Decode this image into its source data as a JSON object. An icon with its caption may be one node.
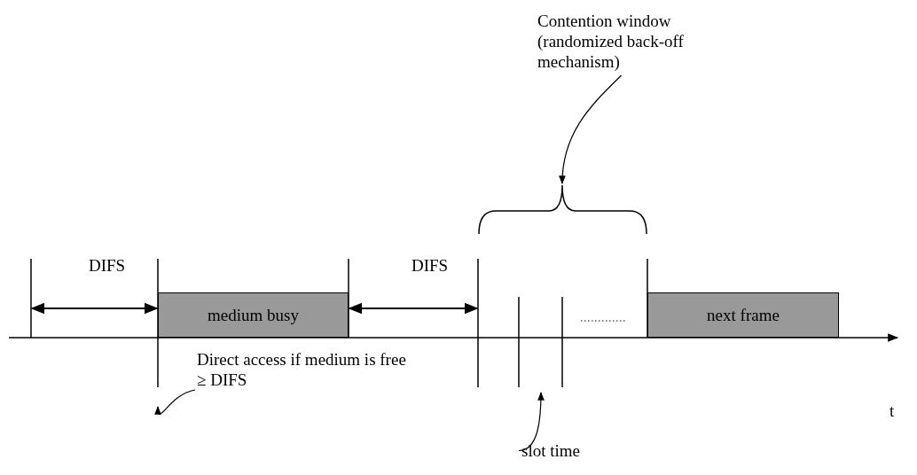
{
  "diagram": {
    "nodes": [
      {
        "text": [
          "Contention window (randomized back-off mechanism)"
        ]
      },
      {
        "text": [],
        "shape": "brace"
      },
      {
        "text": [
          "medium busy"
        ]
      },
      {
        "text": [
          "next frame"
        ]
      },
      {
        "text": [
          "Direct access if medium is free ≥ DIFS"
        ]
      },
      {
        "text": [
          "slot time"
        ]
      }
    ],
    "edges": [
      {
        "from": 0,
        "to": 1,
        "arrow": "to"
      },
      {
        "from": 4,
        "to": null,
        "arrow": "to"
      },
      {
        "from": 5,
        "to": null,
        "arrow": "to"
      }
    ],
    "labels": [
      "DIFS",
      "DIFS",
      "t"
    ]
  }
}
